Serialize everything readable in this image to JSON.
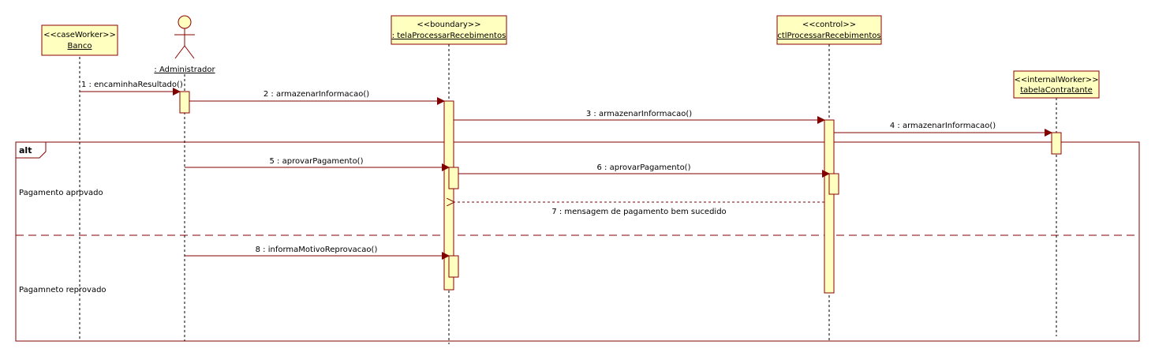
{
  "diagram": {
    "type": "sequence",
    "colors": {
      "box_fill": "#ffffc0",
      "box_stroke": "#8b0000",
      "line": "#800000",
      "lifeline": "#000000",
      "frame": "#800000"
    },
    "participants": [
      {
        "id": "banco",
        "stereotype": "<<caseWorker>>",
        "name": "Banco"
      },
      {
        "id": "admin",
        "stereotype": "",
        "name": ": Administrador"
      },
      {
        "id": "tela",
        "stereotype": "<<boundary>>",
        "name": ": telaProcessarRecebimentos"
      },
      {
        "id": "ctl",
        "stereotype": "<<control>>",
        "name": "ctlProcessarRecebimentos"
      },
      {
        "id": "tabela",
        "stereotype": "<<internalWorker>>",
        "name": "tabelaContratante"
      }
    ],
    "messages": [
      {
        "label": "1 : encaminhaResultado()"
      },
      {
        "label": "2 : armazenarInformacao()"
      },
      {
        "label": "3 : armazenarInformacao()"
      },
      {
        "label": "4 : armazenarInformacao()"
      },
      {
        "label": "5 : aprovarPagamento()"
      },
      {
        "label": "6 : aprovarPagamento()"
      },
      {
        "label": "7 : mensagem de pagamento bem sucedido"
      },
      {
        "label": "8 : informaMotivoReprovacao()"
      }
    ],
    "fragment": {
      "operator": "alt",
      "guards": [
        "Pagamento aprovado",
        "Pagamneto reprovado"
      ]
    }
  }
}
